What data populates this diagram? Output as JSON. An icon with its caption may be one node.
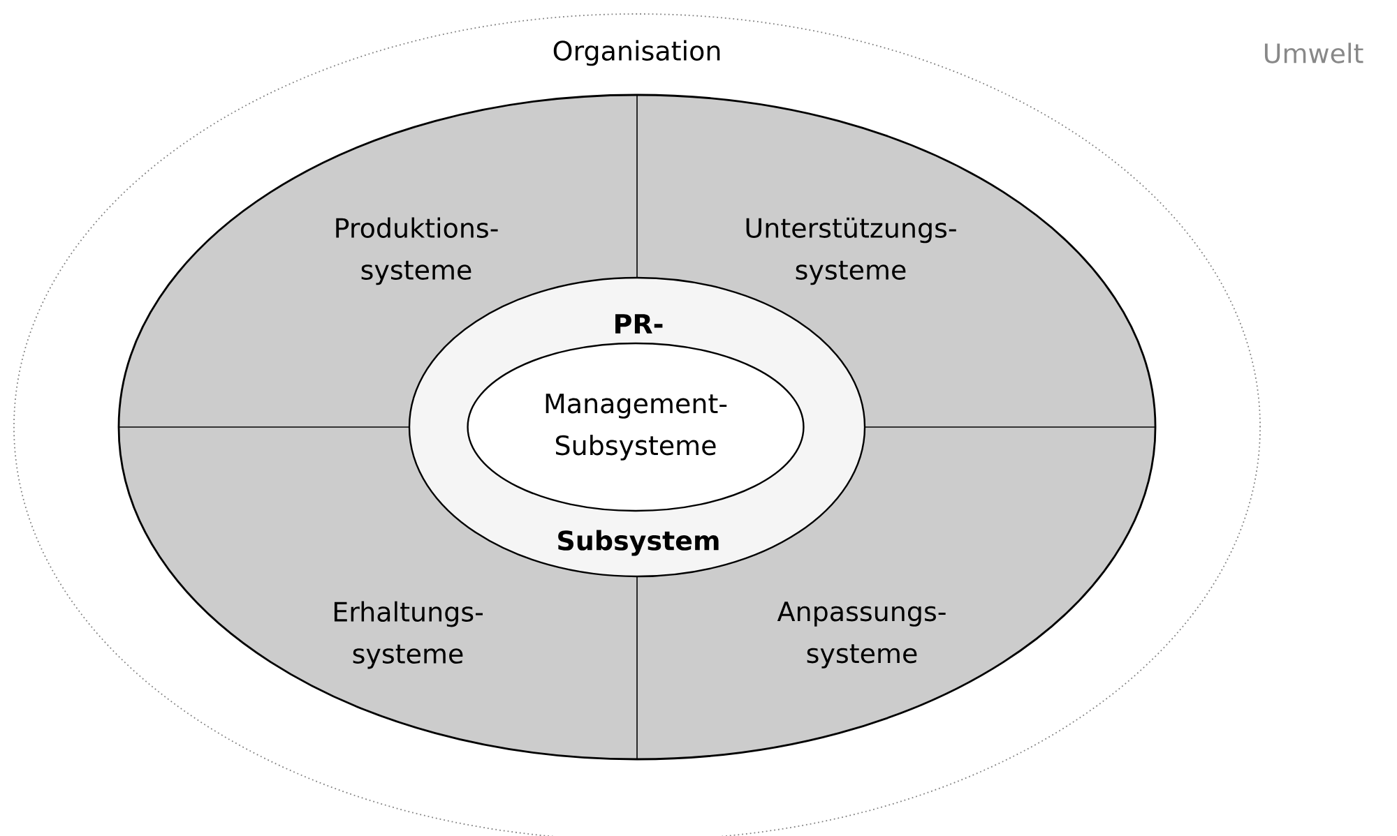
{
  "diagram": {
    "nodes": [
      {
        "text": [
          "Organisation"
        ]
      },
      {
        "text": [
          "Produktions- systeme"
        ],
        "in": 0
      },
      {
        "text": [
          "Unterstützungs- systeme"
        ],
        "in": 0
      },
      {
        "text": [
          "Erhaltungs- systeme"
        ],
        "in": 0
      },
      {
        "text": [
          "Anpassungs- systeme"
        ],
        "in": 0
      },
      {
        "text": [
          "PR-",
          "Subsystem"
        ],
        "in": 0
      },
      {
        "text": [
          "Management- Subsysteme"
        ],
        "in": 5
      }
    ],
    "labels": [
      "Umwelt"
    ]
  }
}
